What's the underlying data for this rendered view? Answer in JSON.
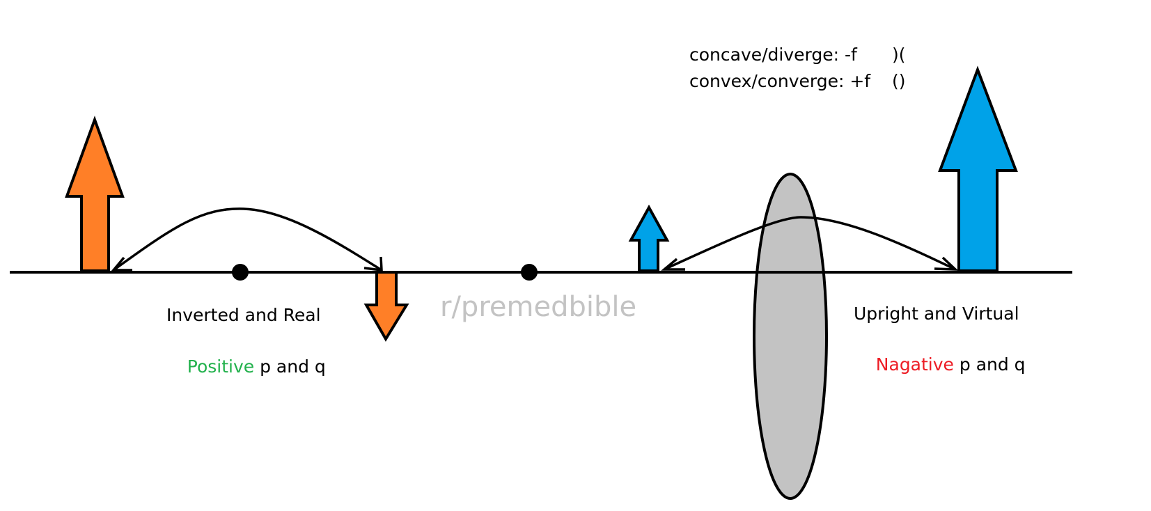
{
  "legend": {
    "concave_text": "concave/diverge: -f",
    "concave_symbol": ")(",
    "convex_text": "convex/converge: +f",
    "convex_symbol": "()"
  },
  "left_case": {
    "title": "Inverted and Real",
    "sign_word": "Positive",
    "sign_rest": " p and q",
    "sign_color": "#22b14c"
  },
  "right_case": {
    "title": "Upright and Virtual",
    "sign_word": "Nagative",
    "sign_rest": " p and q",
    "sign_color": "#ed1c24"
  },
  "watermark": "r/premedbible",
  "colors": {
    "orange_arrow": "#ff7f27",
    "blue_arrow": "#00a2e8",
    "lens_fill": "#c3c3c3",
    "axis": "#000000",
    "watermark": "#c3c3c3"
  },
  "icons": {
    "object_left": "orange-up-arrow",
    "image_left": "orange-down-arrow",
    "object_right": "blue-small-up-arrow",
    "image_right": "blue-large-up-arrow",
    "lens": "convex-lens"
  }
}
